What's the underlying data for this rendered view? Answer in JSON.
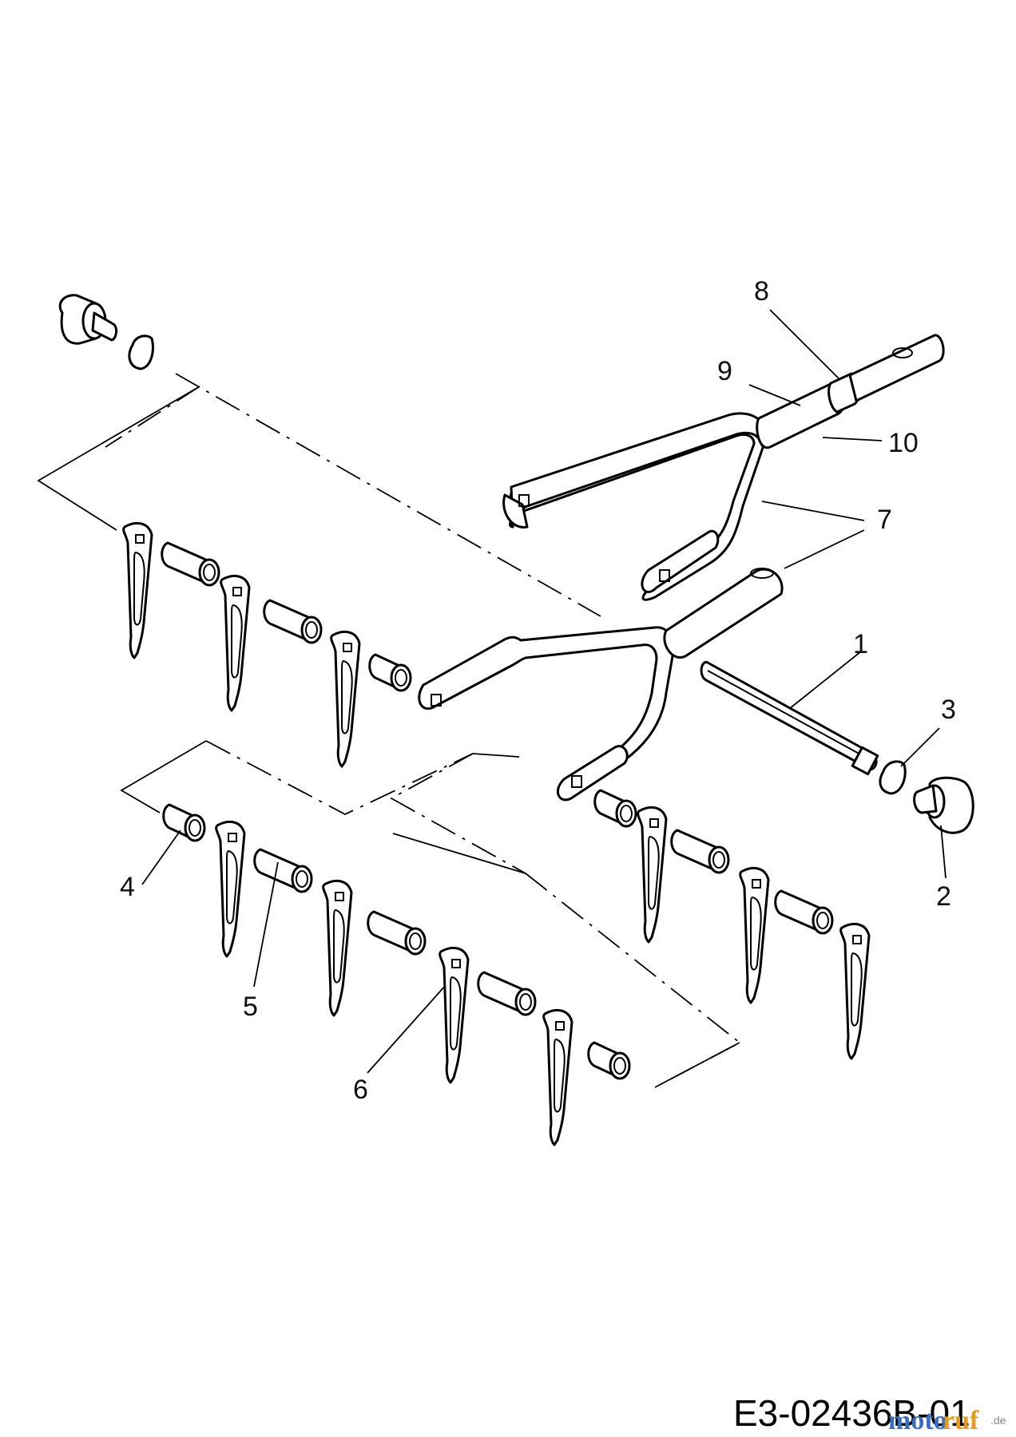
{
  "diagram": {
    "drawing_code": "E3-02436B-01",
    "watermark": {
      "part1": "moto",
      "part2": "ruf",
      "suffix": ".de"
    },
    "callouts": [
      {
        "id": "c1",
        "label": "1"
      },
      {
        "id": "c2",
        "label": "2"
      },
      {
        "id": "c3",
        "label": "3"
      },
      {
        "id": "c4",
        "label": "4"
      },
      {
        "id": "c5",
        "label": "5"
      },
      {
        "id": "c6",
        "label": "6"
      },
      {
        "id": "c7",
        "label": "7"
      },
      {
        "id": "c8",
        "label": "8"
      },
      {
        "id": "c9",
        "label": "9"
      },
      {
        "id": "c10",
        "label": "10"
      }
    ]
  }
}
